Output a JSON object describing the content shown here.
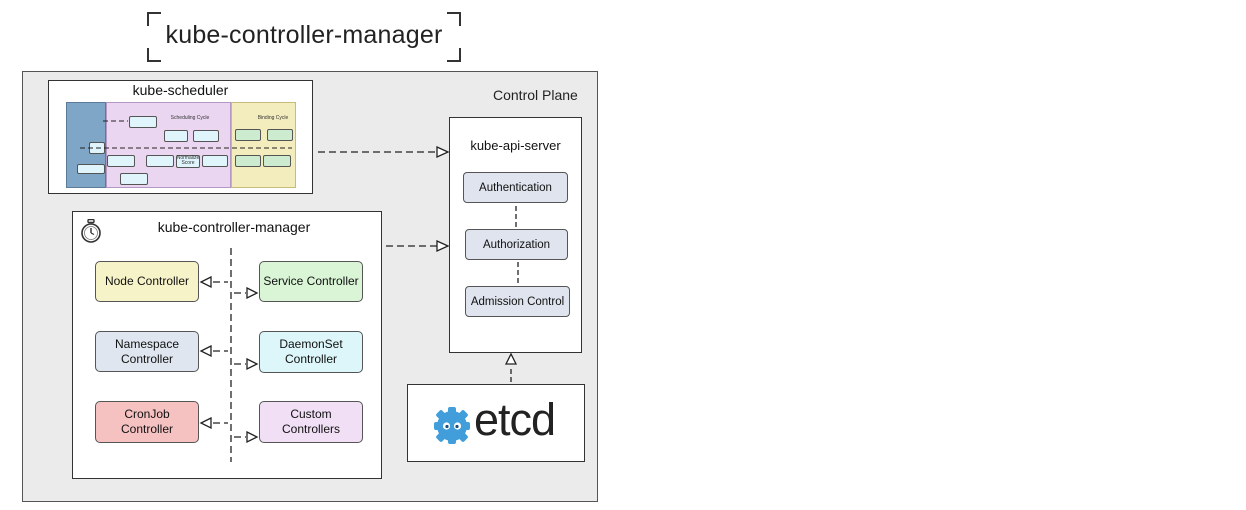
{
  "page": {
    "title": "kube-controller-manager"
  },
  "control_plane": {
    "label": "Control Plane",
    "scheduler": {
      "label": "kube-scheduler",
      "thumb_labels": {
        "scheduling_cycle": "Scheduling Cycle",
        "binding_cycle": "Binding Cycle",
        "normalize_score": "Normalize Score"
      }
    },
    "controller_manager": {
      "label": "kube-controller-manager",
      "controllers_left": [
        {
          "id": "node",
          "label": "Node Controller",
          "color": "#f7f3c8"
        },
        {
          "id": "namespace",
          "label": "Namespace Controller",
          "color": "#dfe6ef"
        },
        {
          "id": "cronjob",
          "label": "CronJob Controller",
          "color": "#f6c1c1"
        }
      ],
      "controllers_right": [
        {
          "id": "service",
          "label": "Service Controller",
          "color": "#d9f5d6"
        },
        {
          "id": "daemonset",
          "label": "DaemonSet Controller",
          "color": "#dcf6f9"
        },
        {
          "id": "custom",
          "label": "Custom Controllers",
          "color": "#f0dff5"
        }
      ]
    },
    "api_server": {
      "label": "kube-api-server",
      "stages": [
        "Authentication",
        "Authorization",
        "Admission Control"
      ]
    },
    "etcd": {
      "label": "etcd",
      "brand_color": "#419eda"
    }
  },
  "icons": {
    "stopwatch": "stopwatch-icon",
    "etcd_logo": "etcd-logo-icon"
  }
}
